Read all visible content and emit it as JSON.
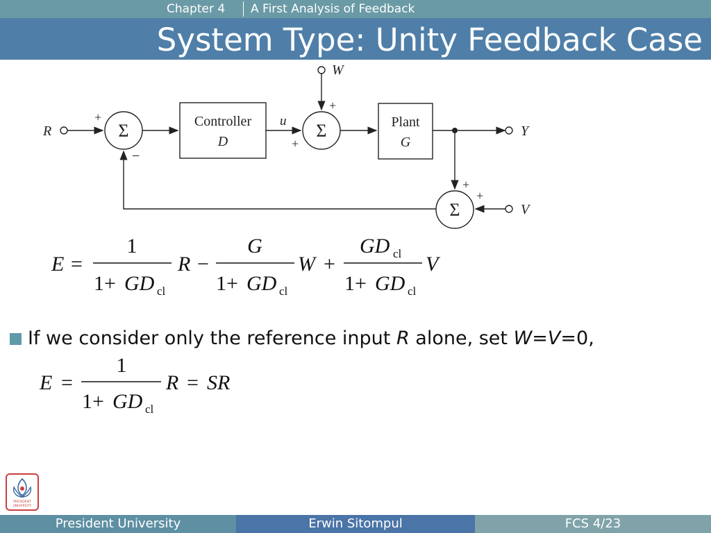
{
  "header": {
    "chapter_label": "Chapter 4",
    "chapter_title": "A First Analysis of Feedback",
    "slide_title": "System Type: Unity Feedback Case"
  },
  "diagram": {
    "inputs": {
      "R": "R",
      "W": "W",
      "V": "V",
      "Y": "Y",
      "u": "u"
    },
    "sum_symbol": "Σ",
    "controller": {
      "name": "Controller",
      "symbol": "D"
    },
    "plant": {
      "name": "Plant",
      "symbol": "G"
    },
    "signs": {
      "plus": "+",
      "minus": "−"
    }
  },
  "equation1": {
    "E": "E",
    "eq": "=",
    "one": "1",
    "G": "G",
    "GD": "GD",
    "cl": "cl",
    "R": "R",
    "W": "W",
    "V": "V",
    "minus": "−",
    "plus": "+",
    "onePlus": "1+"
  },
  "bullet": {
    "pre": "If we consider only the reference input ",
    "R": "R",
    "mid": " alone, set ",
    "W": "W",
    "eq1": "=",
    "V": "V",
    "eq2": "=0,"
  },
  "equation2": {
    "E": "E",
    "eq": "=",
    "one": "1",
    "onePlus": "1+",
    "GD": "GD",
    "cl": "cl",
    "R": "R",
    "eq2": "=",
    "SR": "SR"
  },
  "logo": {
    "text1": "PRESIDENT",
    "text2": "UNIVERSITY"
  },
  "footer": {
    "left": "President University",
    "center": "Erwin Sitompul",
    "right": "FCS 4/23"
  },
  "colors": {
    "topbar": "#6a9aa6",
    "titlebar": "#4f7fa8",
    "bullet": "#5e9aa8",
    "footer_left": "#5e8fa3",
    "footer_center": "#4b74a7",
    "footer_right": "#7fa3a8"
  }
}
